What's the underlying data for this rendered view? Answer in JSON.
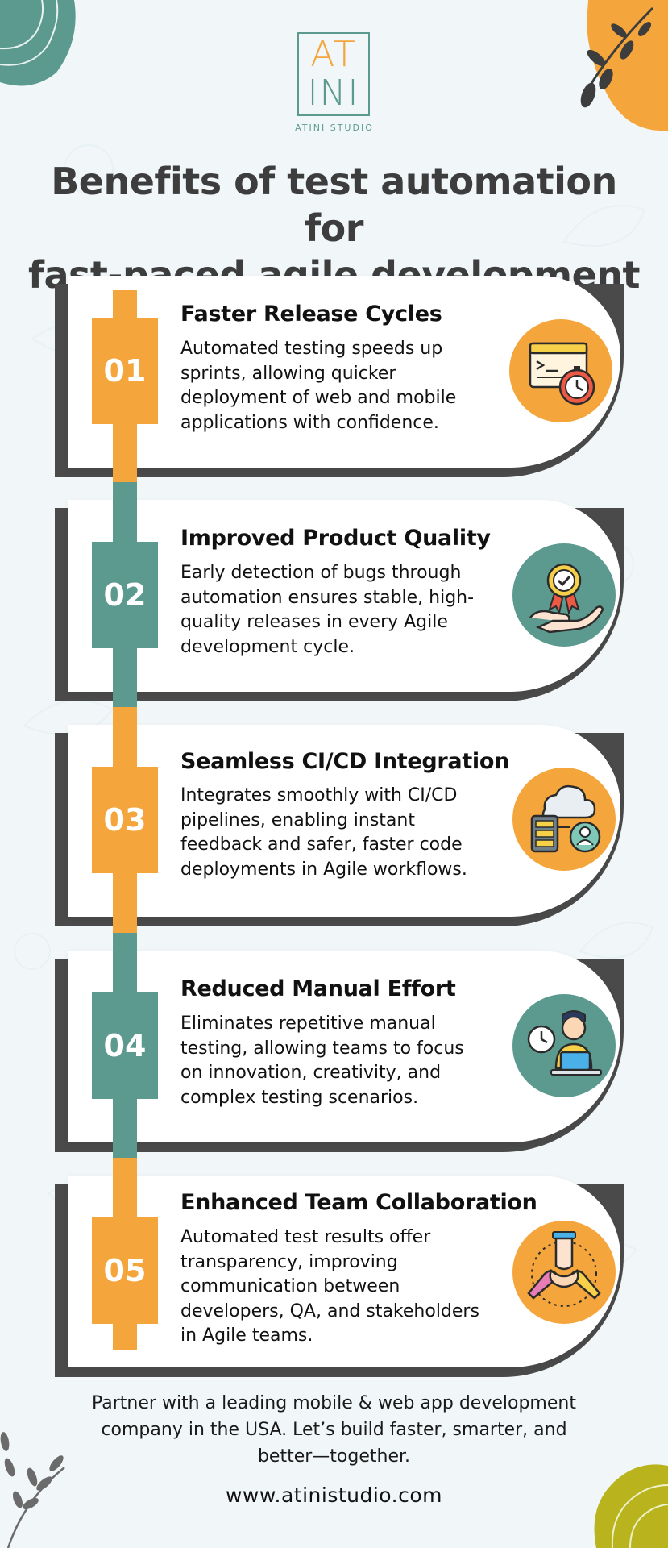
{
  "brand": {
    "logo_letters_top": "AT",
    "logo_letters_bottom": "INI",
    "logo_name": "ATINI STUDIO",
    "colors": {
      "orange": "#f4a53b",
      "teal": "#5c9a8f",
      "dark": "#4a4a4a",
      "olive": "#b9b41e"
    }
  },
  "title_lines": [
    "Benefits of test automation for",
    "fast-paced agile development"
  ],
  "benefits": [
    {
      "number": "01",
      "title": "Faster Release Cycles",
      "lines": [
        "Automated testing speeds up",
        "sprints, allowing quicker",
        "deployment of web and mobile",
        "applications with confidence."
      ],
      "icon": "code-window-stopwatch-icon",
      "color": "#f4a53b"
    },
    {
      "number": "02",
      "title": "Improved Product Quality",
      "lines": [
        "Early detection of bugs through",
        "automation ensures stable, high-",
        "quality releases in every Agile",
        "development cycle."
      ],
      "icon": "hand-quality-badge-icon",
      "color": "#5c9a8f"
    },
    {
      "number": "03",
      "title": "Seamless CI/CD Integration",
      "lines": [
        "Integrates smoothly with CI/CD",
        "pipelines, enabling instant",
        "feedback and safer, faster code",
        "deployments in Agile workflows."
      ],
      "icon": "cloud-server-user-icon",
      "color": "#f4a53b"
    },
    {
      "number": "04",
      "title": "Reduced Manual Effort",
      "lines": [
        "Eliminates repetitive manual",
        "testing, allowing teams to focus",
        "on innovation, creativity, and",
        "complex testing scenarios."
      ],
      "icon": "developer-laptop-clock-icon",
      "color": "#5c9a8f"
    },
    {
      "number": "05",
      "title": "Enhanced Team Collaboration",
      "lines": [
        "Automated test results offer",
        "transparency, improving",
        "communication between",
        "developers, QA, and stakeholders",
        "in Agile teams."
      ],
      "icon": "team-hands-icon",
      "color": "#f4a53b"
    }
  ],
  "footer": {
    "lines": [
      "Partner with a leading mobile & web app development",
      "company in the USA. Let’s build faster, smarter, and",
      "better—together."
    ],
    "url": "www.atinistudio.com"
  }
}
